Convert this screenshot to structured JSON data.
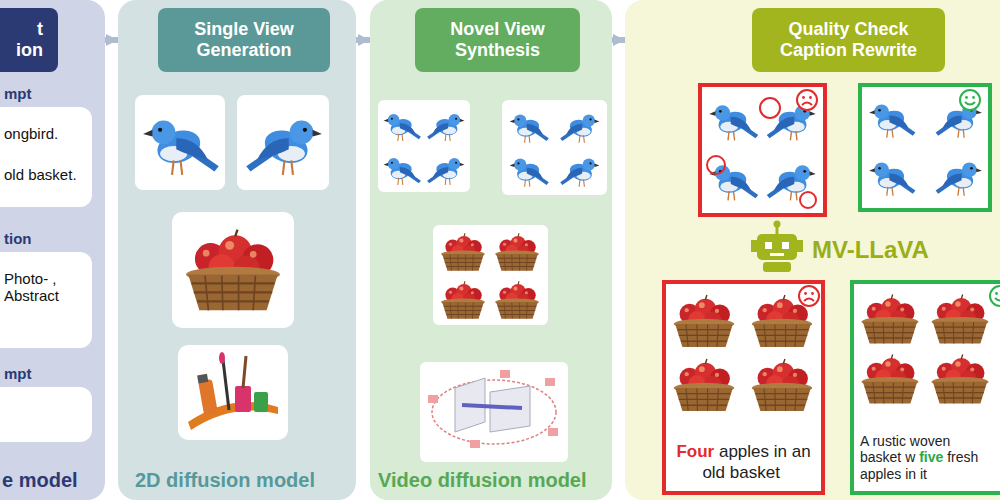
{
  "diagram": {
    "nodes": [
      {
        "text": [
          "e model"
        ]
      },
      {
        "text": [
          "t ion"
        ],
        "in": 0
      },
      {
        "text": [
          "mpt",
          "ongbird.",
          "old basket."
        ],
        "in": 0
      },
      {
        "text": [
          "tion",
          "Photo- , Abstract"
        ],
        "in": 0
      },
      {
        "text": [
          "mpt"
        ],
        "in": 0
      },
      {
        "text": [
          "2D diffusion model"
        ]
      },
      {
        "text": [
          "Single View Generation"
        ],
        "in": 5
      },
      {
        "text": [
          "Video diffusion model"
        ]
      },
      {
        "text": [
          "Novel View Synthesis"
        ],
        "in": 7
      },
      {
        "text": [
          "MV-LLaVA"
        ]
      },
      {
        "text": [
          "Quality Check Caption Rewrite"
        ],
        "in": 9
      },
      {
        "text": [
          "Four",
          "apples in an old basket"
        ],
        "in": 9
      },
      {
        "text": [
          "A rustic woven basket w",
          "five",
          "fresh apples in it"
        ],
        "in": 9
      }
    ],
    "edges": [
      {
        "from": 0,
        "to": 5,
        "arrow": "to"
      },
      {
        "from": 5,
        "to": 7,
        "arrow": "to"
      },
      {
        "from": 7,
        "to": 9,
        "arrow": "to"
      }
    ]
  }
}
